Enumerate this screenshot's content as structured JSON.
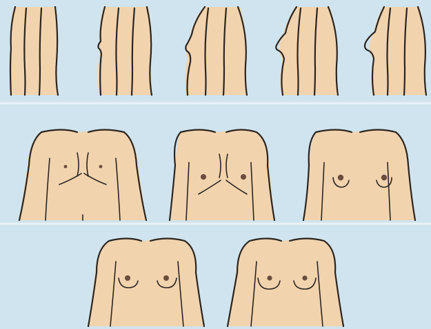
{
  "figure": {
    "colors": {
      "background": "#cfe4ee",
      "panel_separator": "#e8f2f7",
      "skin": "#f1d3ae",
      "outline": "#2b241f"
    },
    "rows": [
      {
        "view": "side profile",
        "figures": 5
      },
      {
        "view": "front",
        "figures": 3
      },
      {
        "view": "front",
        "figures": 2
      }
    ]
  }
}
